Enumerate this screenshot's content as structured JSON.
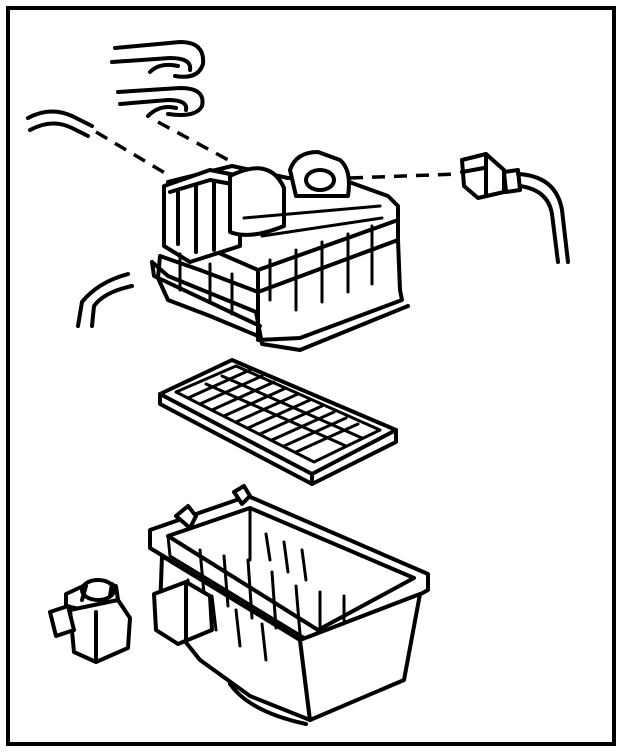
{
  "diagram": {
    "ink_color": "#000000",
    "background_color": "#ffffff",
    "parts": [
      "hose-clamp-upper",
      "hose-clamp-lower",
      "vacuum-hose-left",
      "air-cleaner-cap",
      "electrical-connector",
      "small-hose",
      "air-filter-element",
      "air-cleaner-case",
      "resonator",
      "case-bracket"
    ]
  }
}
